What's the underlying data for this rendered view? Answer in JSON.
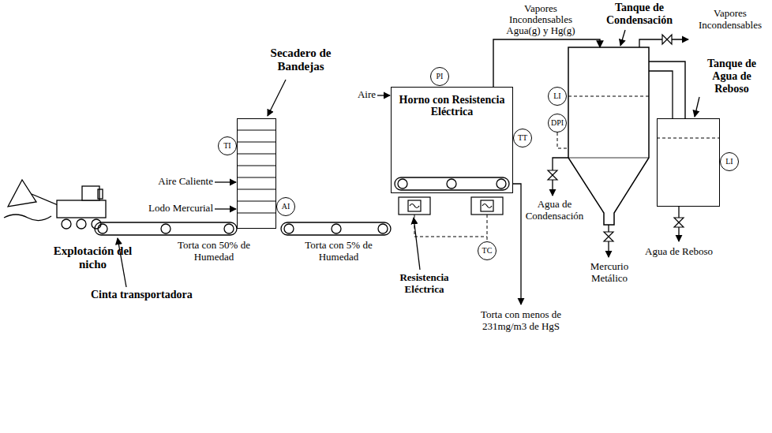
{
  "diagram": {
    "nodes": [
      {
        "text": [
          "Secadero de Bandejas"
        ]
      },
      {
        "text": [
          "TI"
        ]
      },
      {
        "text": [
          "AI"
        ]
      },
      {
        "text": [
          "Horno con Resistencia Eléctrica"
        ]
      },
      {
        "text": [
          "PI"
        ]
      },
      {
        "text": [
          "TT"
        ]
      },
      {
        "text": [
          "TC"
        ]
      },
      {
        "text": [
          "Tanque de Condensación"
        ]
      },
      {
        "text": [
          "LI"
        ]
      },
      {
        "text": [
          "DPI"
        ]
      },
      {
        "text": [
          "Tanque de Agua de Reboso"
        ]
      },
      {
        "text": [
          "LI"
        ]
      }
    ],
    "edges": [
      {
        "from": 3,
        "to": 7,
        "arrow": "to",
        "label": "Vapores Incondensables Agua(g) y Hg(g)"
      },
      {
        "from": 7,
        "to": 10,
        "arrow": "none"
      }
    ],
    "labels": [
      "Explotación del nicho",
      "Cinta transportadora",
      "Aire Caliente",
      "Lodo Mercurial",
      "Torta con 50% de Humedad",
      "Torta con 5% de Humedad",
      "Aire",
      "Resistencia Eléctrica",
      "Torta con menos de 231mg/m3 de HgS",
      "Vapores Incondensables",
      "Agua de Condensación",
      "Mercurio Metálico",
      "Agua de Reboso"
    ]
  }
}
